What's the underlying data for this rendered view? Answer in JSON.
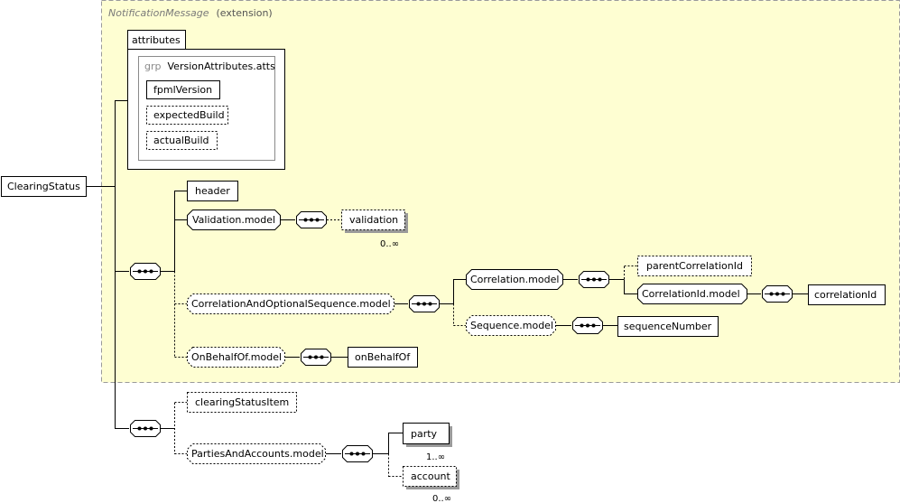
{
  "extension": {
    "base_name": "NotificationMessage",
    "suffix": "(extension)"
  },
  "attributes": {
    "title": "attributes",
    "group_prefix": "grp",
    "group_name": "VersionAttributes.atts",
    "items": [
      "fpmlVersion",
      "expectedBuild",
      "actualBuild"
    ]
  },
  "root": {
    "label": "ClearingStatus"
  },
  "elements": {
    "header": "header",
    "validation_model": "Validation.model",
    "validation": "validation",
    "validation_occ": "0..∞",
    "correlation_seq_model": "CorrelationAndOptionalSequence.model",
    "correlation_model": "Correlation.model",
    "parent_correlation_id": "parentCorrelationId",
    "correlation_id_model": "CorrelationId.model",
    "correlation_id": "correlationId",
    "sequence_model": "Sequence.model",
    "sequence_number": "sequenceNumber",
    "on_behalf_of_model": "OnBehalfOf.model",
    "on_behalf_of": "onBehalfOf",
    "clearing_status_item": "clearingStatusItem",
    "parties_accounts_model": "PartiesAndAccounts.model",
    "party": "party",
    "party_occ": "1..∞",
    "account": "account",
    "account_occ": "0..∞"
  },
  "colors": {
    "extension_fill": "#fefed2",
    "extension_border": "#9a9a9a"
  }
}
